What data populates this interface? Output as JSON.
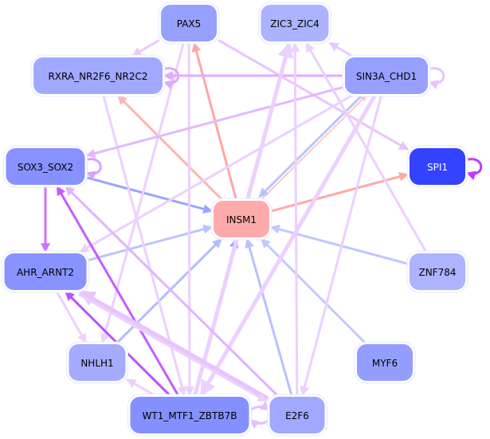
{
  "nodes": [
    {
      "id": "PAX5",
      "label": "PAX5",
      "color": "#96a0ff",
      "text": "#000000"
    },
    {
      "id": "ZIC3_ZIC4",
      "label": "ZIC3_ZIC4",
      "color": "#abb3ff",
      "text": "#000000"
    },
    {
      "id": "RXRA_NR2F6_NR2C2",
      "label": "RXRA_NR2F6_NR2C2",
      "color": "#a0a9ff",
      "text": "#000000"
    },
    {
      "id": "SIN3A_CHD1",
      "label": "SIN3A_CHD1",
      "color": "#97a0ff",
      "text": "#000000"
    },
    {
      "id": "SOX3_SOX2",
      "label": "SOX3_SOX2",
      "color": "#8791ff",
      "text": "#000000"
    },
    {
      "id": "SPI1",
      "label": "SPI1",
      "color": "#3343ff",
      "text": "#ffffff"
    },
    {
      "id": "INSM1",
      "label": "INSM1",
      "color": "#ffaaaa",
      "text": "#000000"
    },
    {
      "id": "AHR_ARNT2",
      "label": "AHR_ARNT2",
      "color": "#8893ff",
      "text": "#000000"
    },
    {
      "id": "ZNF784",
      "label": "ZNF784",
      "color": "#acb3ff",
      "text": "#000000"
    },
    {
      "id": "NHLH1",
      "label": "NHLH1",
      "color": "#a4acff",
      "text": "#000000"
    },
    {
      "id": "MYF6",
      "label": "MYF6",
      "color": "#949eff",
      "text": "#000000"
    },
    {
      "id": "WT1_MTF1_ZBTB7B",
      "label": "WT1_MTF1_ZBTB7B",
      "color": "#8590ff",
      "text": "#000000"
    },
    {
      "id": "E2F6",
      "label": "E2F6",
      "color": "#a0a8ff",
      "text": "#000000"
    }
  ],
  "edges": [
    {
      "from": "INSM1",
      "to": "PAX5",
      "color": "#ffa6a6",
      "weight": "medium"
    },
    {
      "from": "INSM1",
      "to": "RXRA_NR2F6_NR2C2",
      "color": "#ffb4b4",
      "weight": "medium"
    },
    {
      "from": "INSM1",
      "to": "ZIC3_ZIC4",
      "color": "#ffb6b6",
      "weight": "medium"
    },
    {
      "from": "INSM1",
      "to": "SPI1",
      "color": "#ffa8a8",
      "weight": "medium"
    },
    {
      "from": "INSM1",
      "to": "SIN3A_CHD1",
      "color": "#ffc8c8",
      "weight": "thin"
    },
    {
      "from": "SIN3A_CHD1",
      "to": "INSM1",
      "color": "#bcc4ff",
      "weight": "medium"
    },
    {
      "from": "SOX3_SOX2",
      "to": "INSM1",
      "color": "#9aa4ff",
      "weight": "medium"
    },
    {
      "from": "AHR_ARNT2",
      "to": "INSM1",
      "color": "#bcc4ff",
      "weight": "medium"
    },
    {
      "from": "NHLH1",
      "to": "INSM1",
      "color": "#b4bcff",
      "weight": "medium"
    },
    {
      "from": "WT1_MTF1_ZBTB7B",
      "to": "INSM1",
      "color": "#9ea8ff",
      "weight": "medium"
    },
    {
      "from": "E2F6",
      "to": "INSM1",
      "color": "#b8c0ff",
      "weight": "medium"
    },
    {
      "from": "MYF6",
      "to": "INSM1",
      "color": "#c0c8ff",
      "weight": "medium"
    },
    {
      "from": "ZNF784",
      "to": "INSM1",
      "color": "#c0c8ff",
      "weight": "medium"
    },
    {
      "from": "PAX5",
      "to": "RXRA_NR2F6_NR2C2",
      "color": "#ecc8ff",
      "weight": "medium"
    },
    {
      "from": "PAX5",
      "to": "SPI1",
      "color": "#e8c4ff",
      "weight": "medium"
    },
    {
      "from": "PAX5",
      "to": "WT1_MTF1_ZBTB7B",
      "color": "#ecd0ff",
      "weight": "medium"
    },
    {
      "from": "PAX5",
      "to": "NHLH1",
      "color": "#ecd0ff",
      "weight": "medium"
    },
    {
      "from": "RXRA_NR2F6_NR2C2",
      "to": "WT1_MTF1_ZBTB7B",
      "color": "#ecd0ff",
      "weight": "medium"
    },
    {
      "from": "RXRA_NR2F6_NR2C2",
      "to": "RXRA_NR2F6_NR2C2",
      "color": "#dfa8ff",
      "weight": "medium"
    },
    {
      "from": "SIN3A_CHD1",
      "to": "RXRA_NR2F6_NR2C2",
      "color": "#e0aaff",
      "weight": "medium"
    },
    {
      "from": "SIN3A_CHD1",
      "to": "SIN3A_CHD1",
      "color": "#e8c4ff",
      "weight": "medium"
    },
    {
      "from": "SIN3A_CHD1",
      "to": "ZIC3_ZIC4",
      "color": "#ecc8ff",
      "weight": "medium"
    },
    {
      "from": "SIN3A_CHD1",
      "to": "SOX3_SOX2",
      "color": "#e4b8ff",
      "weight": "medium"
    },
    {
      "from": "SIN3A_CHD1",
      "to": "AHR_ARNT2",
      "color": "#ecd0ff",
      "weight": "medium"
    },
    {
      "from": "SIN3A_CHD1",
      "to": "WT1_MTF1_ZBTB7B",
      "color": "#ecd0ff",
      "weight": "thick"
    },
    {
      "from": "SIN3A_CHD1",
      "to": "E2F6",
      "color": "#ecd0ff",
      "weight": "medium"
    },
    {
      "from": "E2F6",
      "to": "ZIC3_ZIC4",
      "color": "#ecd0ff",
      "weight": "medium"
    },
    {
      "from": "WT1_MTF1_ZBTB7B",
      "to": "ZIC3_ZIC4",
      "color": "#ecd0ff",
      "weight": "thick"
    },
    {
      "from": "ZNF784",
      "to": "ZIC3_ZIC4",
      "color": "#ecd0ff",
      "weight": "medium"
    },
    {
      "from": "SOX3_SOX2",
      "to": "SOX3_SOX2",
      "color": "#d9a0ff",
      "weight": "medium"
    },
    {
      "from": "SOX3_SOX2",
      "to": "AHR_ARNT2",
      "color": "#d070ff",
      "weight": "medium"
    },
    {
      "from": "WT1_MTF1_ZBTB7B",
      "to": "SOX3_SOX2",
      "color": "#c45cff",
      "weight": "medium"
    },
    {
      "from": "E2F6",
      "to": "SOX3_SOX2",
      "color": "#e0b4ff",
      "weight": "medium"
    },
    {
      "from": "WT1_MTF1_ZBTB7B",
      "to": "AHR_ARNT2",
      "color": "#c050ff",
      "weight": "medium"
    },
    {
      "from": "E2F6",
      "to": "AHR_ARNT2",
      "color": "#e8c4ff",
      "weight": "thick"
    },
    {
      "from": "AHR_ARNT2",
      "to": "E2F6",
      "color": "#ecd0ff",
      "weight": "medium"
    },
    {
      "from": "AHR_ARNT2",
      "to": "NHLH1",
      "color": "#ecd0ff",
      "weight": "medium"
    },
    {
      "from": "WT1_MTF1_ZBTB7B",
      "to": "NHLH1",
      "color": "#ecd0ff",
      "weight": "medium"
    },
    {
      "from": "WT1_MTF1_ZBTB7B",
      "to": "E2F6",
      "color": "#e4c0ff",
      "weight": "medium"
    },
    {
      "from": "E2F6",
      "to": "WT1_MTF1_ZBTB7B",
      "color": "#e4c0ff",
      "weight": "medium"
    },
    {
      "from": "SPI1",
      "to": "SPI1",
      "color": "#c23cff",
      "weight": "medium"
    }
  ]
}
